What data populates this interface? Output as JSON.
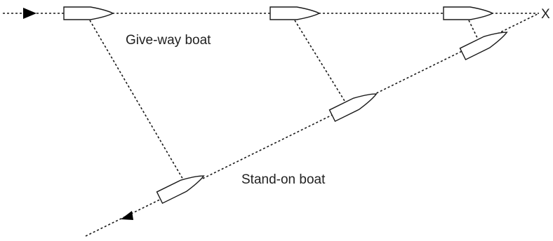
{
  "labels": {
    "give_way": "Give-way boat",
    "stand_on": "Stand-on boat",
    "collision_point": "X"
  }
}
